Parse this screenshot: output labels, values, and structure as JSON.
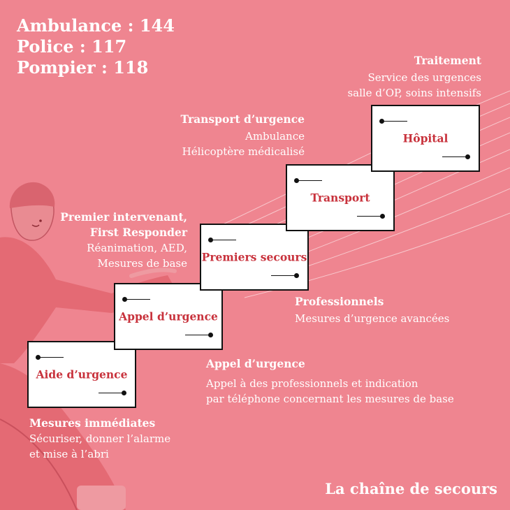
{
  "hotlines": [
    {
      "label": "Ambulance : 144"
    },
    {
      "label": "Police : 117"
    },
    {
      "label": "Pompier : 118"
    }
  ],
  "steps": [
    {
      "title": "Aide d’urgence",
      "caption_title": "Mesures immédiates",
      "caption_lines": [
        "Sécuriser, donner l’alarme",
        "et mise à l’abri"
      ]
    },
    {
      "title": "Appel d’urgence",
      "caption_title": "Appel d’urgence",
      "caption_lines": [
        "Appel à des professionnels et indication",
        "par téléphone concernant les mesures de base"
      ]
    },
    {
      "title": "Premiers secours",
      "caption_title_lines": [
        "Premier intervenant,",
        "First Responder"
      ],
      "caption_lines": [
        "Réanimation, AED,",
        "Mesures de base"
      ]
    },
    {
      "title": "Transport",
      "caption_title": "Transport d’urgence",
      "caption_lines": [
        "Ambulance",
        "Hélicoptère médicalisé"
      ]
    },
    {
      "title": "Hôpital",
      "caption_title": "Traitement",
      "caption_lines": [
        "Service des urgences",
        "salle d’OP, soins intensifs"
      ]
    }
  ],
  "professionals": {
    "title": "Professionnels",
    "line": "Mesures d’urgence avancées"
  },
  "footer": "La chaîne de secours",
  "colors": {
    "background": "#ef8590",
    "card_title": "#c8323c",
    "figure": "#e46a74",
    "text": "#ffffff"
  }
}
